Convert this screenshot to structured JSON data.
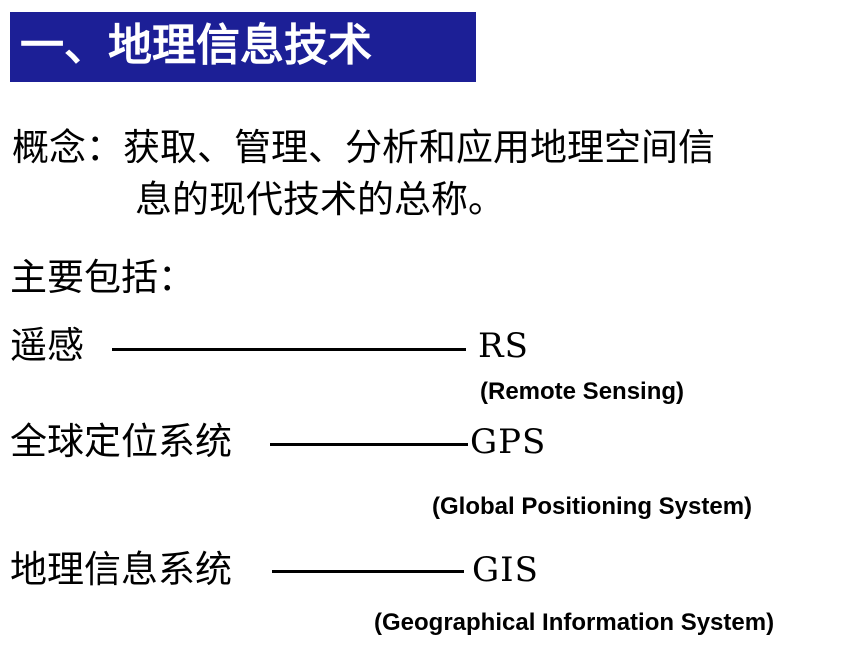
{
  "title": "一、地理信息技术",
  "concept": {
    "line1": "概念：获取、管理、分析和应用地理空间信",
    "line2": "息的现代技术的总称。"
  },
  "includes_label": "主要包括：",
  "technologies": [
    {
      "name": "遥感",
      "abbr": "RS",
      "full": "(Remote Sensing)"
    },
    {
      "name": "全球定位系统",
      "abbr": "GPS",
      "full": "(Global Positioning System)"
    },
    {
      "name": "地理信息系统",
      "abbr": "GIS",
      "full": "(Geographical Information System)"
    }
  ]
}
